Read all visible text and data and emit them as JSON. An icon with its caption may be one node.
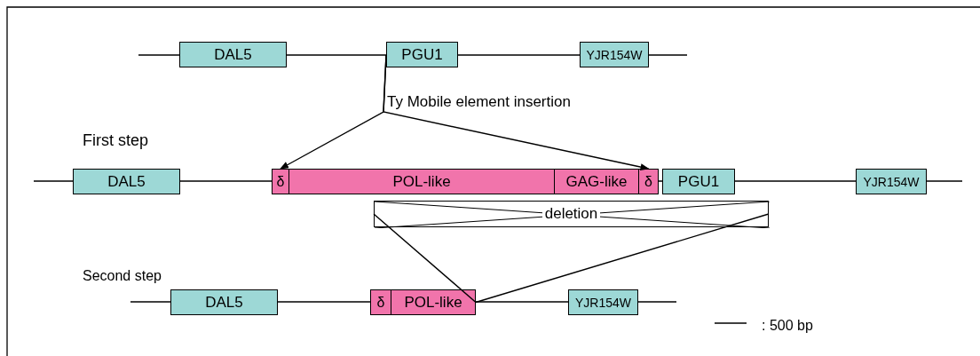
{
  "diagram": {
    "nodes": [
      {
        "text": [
          "DAL5"
        ]
      },
      {
        "text": [
          "PGU1"
        ]
      },
      {
        "text": [
          "YJR154W"
        ]
      },
      {
        "text": [
          "DAL5"
        ]
      },
      {
        "text": [
          "δ"
        ]
      },
      {
        "text": [
          "POL-like"
        ]
      },
      {
        "text": [
          "GAG-like"
        ]
      },
      {
        "text": [
          "δ"
        ]
      },
      {
        "text": [
          "PGU1"
        ]
      },
      {
        "text": [
          "YJR154W"
        ]
      },
      {
        "text": [
          "deletion"
        ]
      },
      {
        "text": [
          "DAL5"
        ]
      },
      {
        "text": [
          "δ"
        ]
      },
      {
        "text": [
          "POL-like"
        ]
      },
      {
        "text": [
          "YJR154W"
        ]
      }
    ],
    "edges": [
      {
        "from": 1,
        "to": 4,
        "arrow": "to",
        "label": "Ty Mobile element insertion"
      },
      {
        "from": 1,
        "to": 7,
        "arrow": "to"
      },
      {
        "from": 10,
        "to": 13,
        "arrow": "none"
      },
      {
        "from": 10,
        "to": 13,
        "arrow": "none"
      }
    ],
    "labels": [
      "First step",
      "Second step",
      ": 500 bp"
    ]
  }
}
